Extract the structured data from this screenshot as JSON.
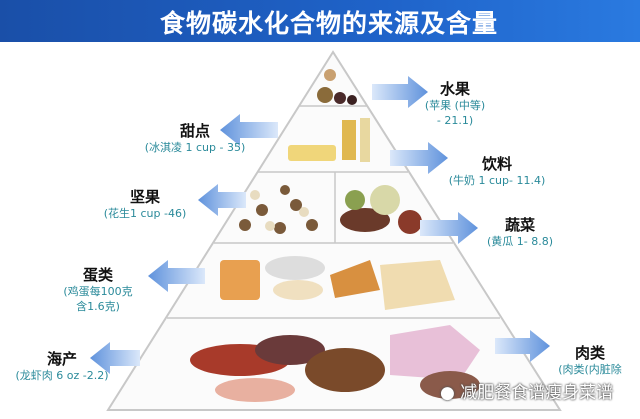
{
  "title": "食物碳水化合物的来源及含量",
  "watermark": "减肥餐食谱瘦身菜谱",
  "colors": {
    "header": "#1f63c9",
    "arrow": "#6f9fe0",
    "subtext": "#2a8a9a"
  },
  "categories": [
    {
      "key": "fruit",
      "name": "水果",
      "detail": [
        "(苹果 (中等)",
        "- 21.1)"
      ]
    },
    {
      "key": "dessert",
      "name": "甜点",
      "detail": [
        "(冰淇凌 1 cup - 35)"
      ]
    },
    {
      "key": "drink",
      "name": "饮料",
      "detail": [
        "(牛奶 1 cup- 11.4)"
      ]
    },
    {
      "key": "nuts",
      "name": "坚果",
      "detail": [
        "(花生1 cup -46)"
      ]
    },
    {
      "key": "vegetable",
      "name": "蔬菜",
      "detail": [
        "(黄瓜 1- 8.8)"
      ]
    },
    {
      "key": "egg",
      "name": "蛋类",
      "detail": [
        "(鸡蛋每100克",
        "含1.6克)"
      ]
    },
    {
      "key": "seafood",
      "name": "海产",
      "detail": [
        "(龙虾肉 6 oz -2.2)"
      ]
    },
    {
      "key": "meat",
      "name": "肉类",
      "detail": [
        "(肉类(内脏除"
      ]
    }
  ]
}
